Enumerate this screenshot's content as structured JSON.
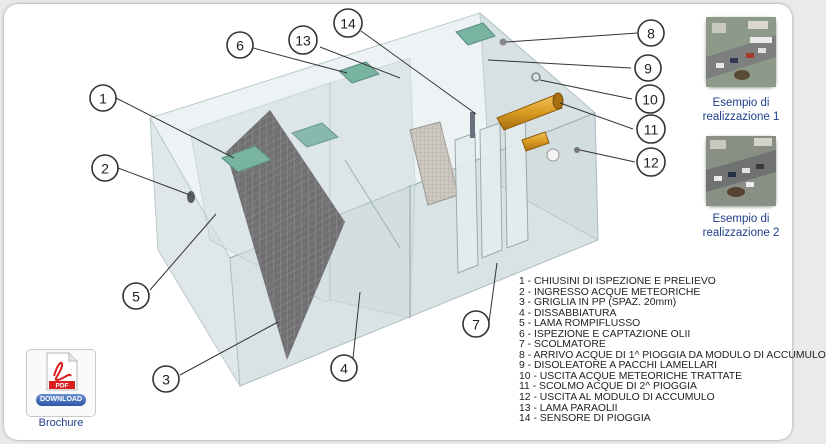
{
  "callouts": [
    "1",
    "2",
    "3",
    "4",
    "5",
    "6",
    "7",
    "8",
    "9",
    "10",
    "11",
    "12",
    "13",
    "14"
  ],
  "legend": [
    "1 - CHIUSINI DI ISPEZIONE E PRELIEVO",
    "2 - INGRESSO ACQUE METEORICHE",
    "3 - GRIGLIA IN PP (SPAZ. 20mm)",
    "4 - DISSABBIATURA",
    "5 - LAMA ROMPIFLUSSO",
    "6 - ISPEZIONE E CAPTAZIONE OLII",
    "7 - SCOLMATORE",
    "8 - ARRIVO ACQUE DI 1^ PIOGGIA DA MODULO DI ACCUMULO",
    "9 - DISOLEATORE A PACCHI LAMELLARI",
    "10 - USCITA ACQUE METEORICHE TRATTATE",
    "11 - SCOLMO ACQUE DI 2^ PIOGGIA",
    "12 - USCITA AL MODULO DI ACCUMULO",
    "13 - LAMA PARAOLII",
    "14 - SENSORE DI PIOGGIA"
  ],
  "examples": [
    {
      "line1": "Esempio di",
      "line2": "realizzazione 1"
    },
    {
      "line1": "Esempio di",
      "line2": "realizzazione 2"
    }
  ],
  "brochure": {
    "label": "Brochure",
    "pdf_text": "PDF",
    "download_text": "DOWNLOAD",
    "pdf_color": "#d81e1e"
  },
  "colors": {
    "tank_fill": "#dfe8ea",
    "lid": "#79b3a2",
    "callout_stroke": "#333333",
    "caption": "#1d3e8a"
  }
}
